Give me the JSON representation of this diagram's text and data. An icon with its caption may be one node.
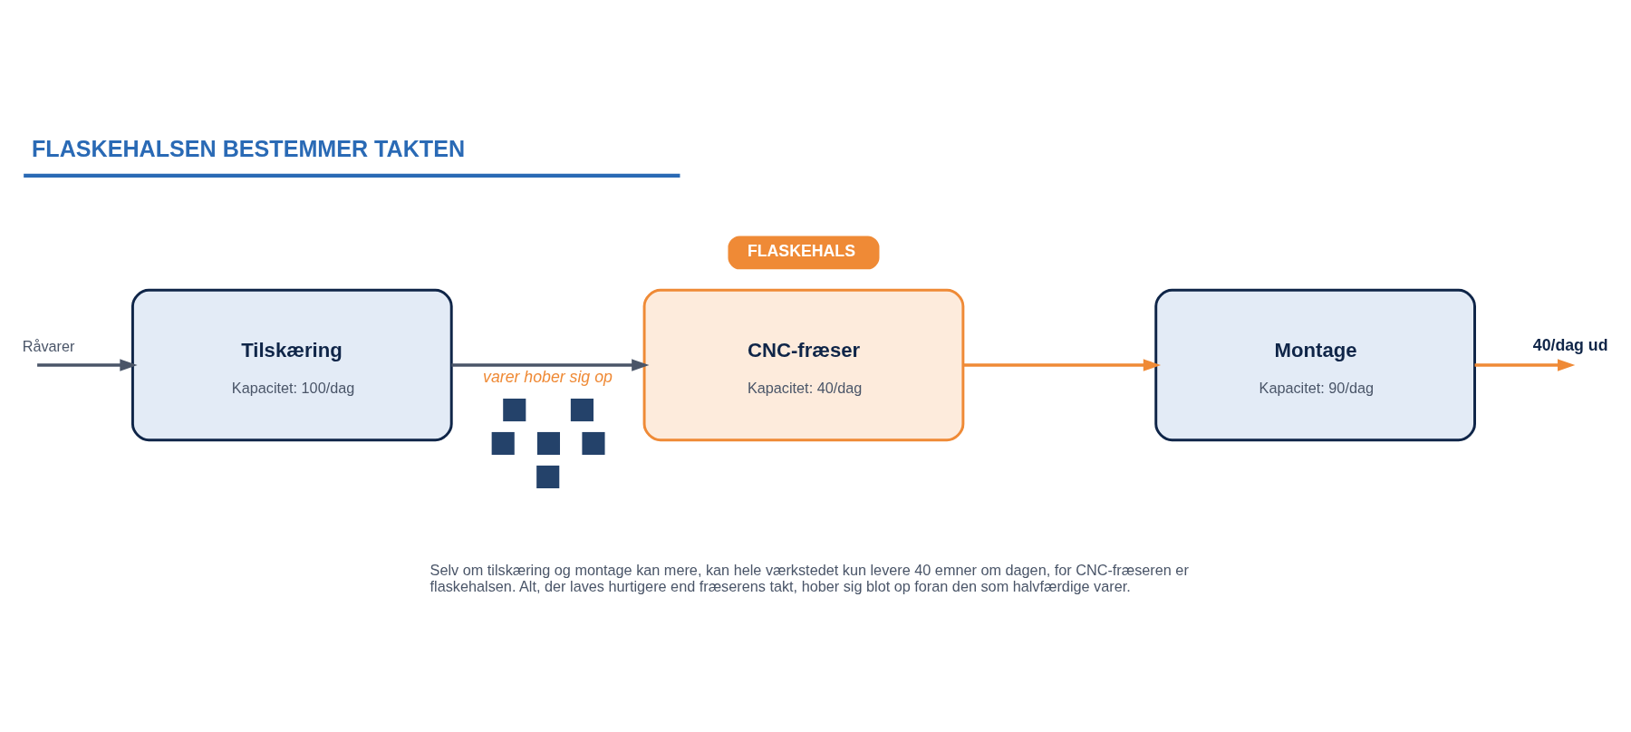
{
  "diagram": {
    "title": "FLASKEHALSEN BESTEMMER TAKTEN",
    "caption": "Selv om tilskæring og montage kan mere, kan hele værkstedet kun levere 40 emner om dagen, for CNC-fræseren er flaskehalsen. Alt, der laves hurtigere end fræserens takt, hober sig blot op foran den som halvfærdige varer.",
    "nodes": [
      {
        "text": [
          "Tilskæring",
          "Kapacitet: 100/dag"
        ]
      },
      {
        "text": [
          "FLASKEHALS"
        ]
      },
      {
        "text": [
          "CNC-fræser",
          "Kapacitet: 40/dag"
        ]
      },
      {
        "text": [
          "Montage",
          "Kapacitet: 90/dag"
        ]
      }
    ],
    "edges": [
      {
        "from": null,
        "to": 0,
        "arrow": "to",
        "label": "Råvarer"
      },
      {
        "from": 0,
        "to": 2,
        "arrow": "to",
        "label": "varer hober sig op"
      },
      {
        "from": 2,
        "to": 3,
        "arrow": "to",
        "color": "#ef8a36"
      },
      {
        "from": 3,
        "to": null,
        "arrow": "to",
        "label": "40/dag ud",
        "color": "#ef8a36"
      }
    ]
  }
}
